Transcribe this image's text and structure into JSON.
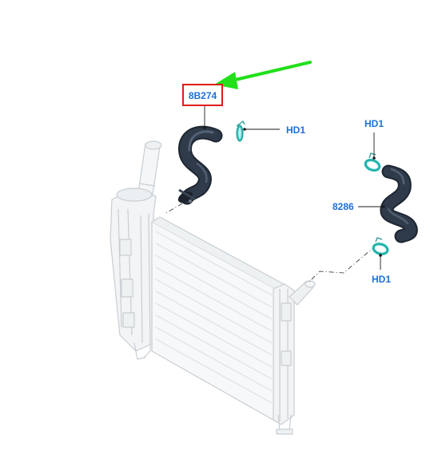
{
  "labels": {
    "upper_hose": "8B274",
    "lower_hose": "8286",
    "clamp_upper": "HD1",
    "clamp_right_top": "HD1",
    "clamp_right_bottom": "HD1"
  },
  "colors": {
    "callout_text": "#1e6fd6",
    "highlight_box": "#e01b1b",
    "pointer_arrow": "#22e01b",
    "hose": "#2a3442",
    "clamp": "#37c7c1",
    "radiator_line": "#c9ced3"
  }
}
